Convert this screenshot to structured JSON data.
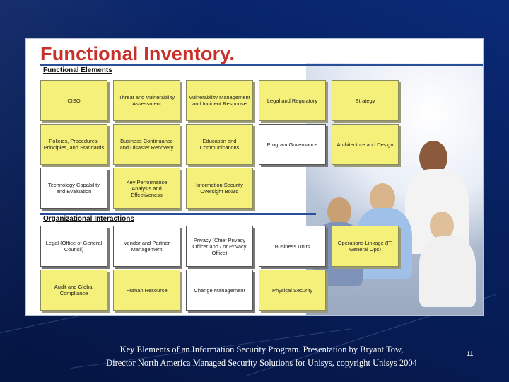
{
  "slide": {
    "title": "Functional Inventory.",
    "functional_label": "Functional Elements",
    "org_label": "Organizational Interactions",
    "caption_line1": "Key Elements of an Information Security Program. Presentation by Bryant Tow,",
    "caption_line2": "Director North America Managed Security Solutions for Unisys, copyright Unisys 2004",
    "page_number": "11"
  },
  "functional_boxes": [
    {
      "label": "CISO",
      "style": "yellow"
    },
    {
      "label": "Threat and Vulnerability Assessment",
      "style": "yellow"
    },
    {
      "label": "Vulnerability Management and Incident Response",
      "style": "yellow"
    },
    {
      "label": "Legal and Regulatory",
      "style": "yellow"
    },
    {
      "label": "Strategy",
      "style": "yellow"
    },
    {
      "label": "Policies, Procedures, Principles, and Standards",
      "style": "yellow"
    },
    {
      "label": "Business Continuance and Disaster Recovery",
      "style": "yellow"
    },
    {
      "label": "Education and Communications",
      "style": "yellow"
    },
    {
      "label": "Program Governance",
      "style": "white"
    },
    {
      "label": "Architecture and Design",
      "style": "yellow"
    },
    {
      "label": "Technology Capability and Evaluation",
      "style": "white"
    },
    {
      "label": "Key Performance Analysis and Effectiveness",
      "style": "yellow"
    },
    {
      "label": "Information Security Oversight Board",
      "style": "yellow"
    }
  ],
  "organizational_boxes": [
    {
      "label": "Legal (Office of General Council)",
      "style": "white"
    },
    {
      "label": "Vendor and Partner Management",
      "style": "white"
    },
    {
      "label": "Privacy (Chief Privacy Officer and / or Privacy Office)",
      "style": "white"
    },
    {
      "label": "Business Units",
      "style": "white"
    },
    {
      "label": "Operations Linkage (IT, General Ops)",
      "style": "yellow"
    },
    {
      "label": "Audit and Global Compliance",
      "style": "yellow"
    },
    {
      "label": "Human Resource",
      "style": "yellow"
    },
    {
      "label": "Change Management",
      "style": "white"
    },
    {
      "label": "Physical Security",
      "style": "yellow"
    }
  ],
  "colors": {
    "background": "#061a4a",
    "title": "#c8302a",
    "yellow_box": "#f4f07a",
    "section_bar": "#2a4f9a"
  }
}
